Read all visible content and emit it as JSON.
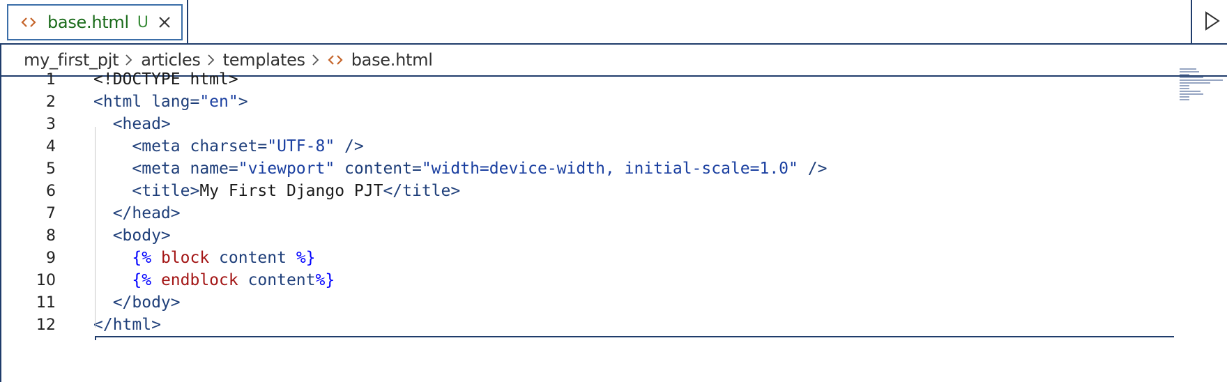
{
  "tab": {
    "icon": "html-file-icon",
    "label": "base.html",
    "badge": "U",
    "close_icon": "close-icon"
  },
  "run_icon": "play-icon",
  "breadcrumb": {
    "items": [
      "my_first_pjt",
      "articles",
      "templates"
    ],
    "file": "base.html",
    "file_icon": "html-file-icon"
  },
  "colors": {
    "tag": "#1f3f7a",
    "string": "#1a3fa0",
    "keyword": "#a31515",
    "template": "#0000ff",
    "tab_label": "#1a6b1a",
    "file_icon": "#c5652b",
    "border": "#1f3c6b"
  },
  "code": {
    "lines": [
      {
        "n": "1",
        "segments": [
          {
            "t": "<!DOCTYPE html>",
            "c": "text"
          }
        ]
      },
      {
        "n": "2",
        "segments": [
          {
            "t": "<html lang=",
            "c": "tag"
          },
          {
            "t": "\"en\"",
            "c": "str"
          },
          {
            "t": ">",
            "c": "tag"
          }
        ]
      },
      {
        "n": "3",
        "segments": [
          {
            "t": "  <head>",
            "c": "tag"
          }
        ]
      },
      {
        "n": "4",
        "segments": [
          {
            "t": "    <meta charset=",
            "c": "tag"
          },
          {
            "t": "\"UTF-8\"",
            "c": "str"
          },
          {
            "t": " />",
            "c": "tag"
          }
        ]
      },
      {
        "n": "5",
        "segments": [
          {
            "t": "    <meta name=",
            "c": "tag"
          },
          {
            "t": "\"viewport\"",
            "c": "str"
          },
          {
            "t": " content=",
            "c": "tag"
          },
          {
            "t": "\"width=device-width, initial-scale=1.0\"",
            "c": "str"
          },
          {
            "t": " />",
            "c": "tag"
          }
        ]
      },
      {
        "n": "6",
        "segments": [
          {
            "t": "    <title>",
            "c": "tag"
          },
          {
            "t": "My First Django PJT",
            "c": "text"
          },
          {
            "t": "</title>",
            "c": "tag"
          }
        ]
      },
      {
        "n": "7",
        "segments": [
          {
            "t": "  </head>",
            "c": "tag"
          }
        ]
      },
      {
        "n": "8",
        "segments": [
          {
            "t": "  <body>",
            "c": "tag"
          }
        ]
      },
      {
        "n": "9",
        "segments": [
          {
            "t": "    {% ",
            "c": "tpl"
          },
          {
            "t": "block",
            "c": "kw"
          },
          {
            "t": " content ",
            "c": "tag"
          },
          {
            "t": "%}",
            "c": "tpl"
          }
        ]
      },
      {
        "n": "10",
        "segments": [
          {
            "t": "    {% ",
            "c": "tpl"
          },
          {
            "t": "endblock",
            "c": "kw"
          },
          {
            "t": " content",
            "c": "tag"
          },
          {
            "t": "%}",
            "c": "tpl"
          }
        ]
      },
      {
        "n": "11",
        "segments": [
          {
            "t": "  </body>",
            "c": "tag"
          }
        ]
      },
      {
        "n": "12",
        "segments": [
          {
            "t": "</html>",
            "c": "tag"
          }
        ]
      }
    ]
  }
}
